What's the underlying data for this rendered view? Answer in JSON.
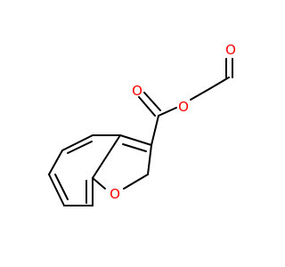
{
  "molecule": {
    "atom_labels": {
      "aldehyde_oxygen": "O",
      "carbonyl_oxygen": "O",
      "ester_oxygen": "O",
      "furan_oxygen": "O"
    },
    "colors": {
      "bond": "#000000",
      "heteroatom": "#ff0000",
      "background": "#ffffff"
    }
  }
}
